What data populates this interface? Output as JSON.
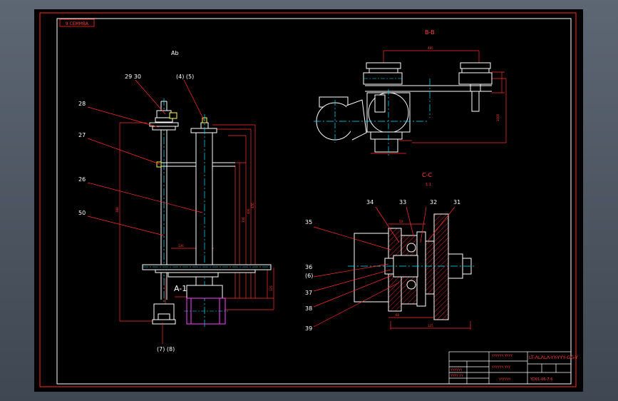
{
  "colors": {
    "background": "#000000",
    "frame": "#ff2a2a",
    "geometry": "#ffffff",
    "centerline": "#00e5ff",
    "leader": "#ff3030",
    "hatch": "#ff3030",
    "dimension": "#ff3030",
    "magenta": "#ff40ff",
    "yellow": "#ffff40",
    "blue": "#6a80ff"
  },
  "corner_stamp": "9 CEMMBA",
  "view_labels": {
    "main": "Ab",
    "section_bb": "B-B",
    "section_cc": "C-C",
    "section_cc_scale": "1:1"
  },
  "part_labels": {
    "p29_30": "29  30",
    "p4_5": "(4) (5)",
    "p28": "28",
    "p27": "27",
    "p26": "26",
    "p50": "50",
    "p7_8": "(7) (8)",
    "p34": "34",
    "p33": "33",
    "p32": "32",
    "p31": "31",
    "p35": "35",
    "p36": "36",
    "p6": "(6)",
    "p37": "37",
    "p38": "38",
    "p39": "39",
    "marker_a1": "A-1"
  },
  "title_block": {
    "title_text": "LT-ɅLɅLɅ-YY-YYY-GG-Y",
    "drawing_code": "YD01-06-7-6",
    "company": "YYYYYY",
    "row1": "YYYYYY YYYY",
    "row2": "YYYYYY YYY",
    "row3": "YYYYYY",
    "row4": "YYYY YY"
  }
}
